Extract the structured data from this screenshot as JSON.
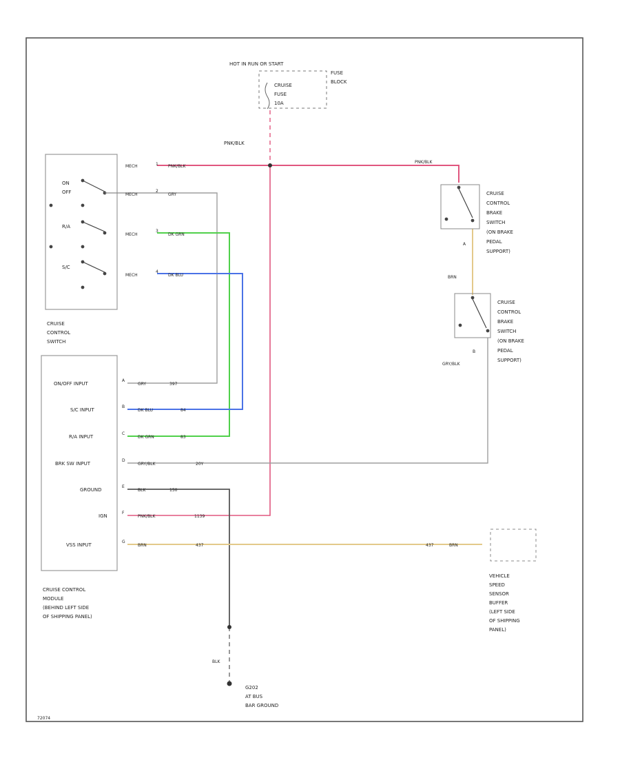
{
  "colors": {
    "pink": "#e0567e",
    "gray": "#9e9e9e",
    "green": "#4fd04a",
    "blue": "#4a72e6",
    "tan": "#e3c98a",
    "black": "#555555",
    "frame": "#555555"
  },
  "fuse": {
    "top_label": "HOT IN RUN OR START",
    "fuse_lines": [
      "CRUISE",
      "FUSE",
      "10A"
    ],
    "block_lines": [
      "FUSE",
      "BLOCK"
    ],
    "wire_label": "PNK/BLK"
  },
  "cruise_switch": {
    "positions": [
      "ON",
      "OFF",
      "R/A",
      "S/C"
    ],
    "caption": [
      "CRUISE",
      "CONTROL",
      "SWITCH"
    ],
    "pins": [
      "MECH",
      "MECH",
      "MECH",
      "MECH"
    ],
    "pin_nums": [
      "1",
      "2",
      "3",
      "4"
    ],
    "wire_labels": [
      "PNK/BLK",
      "GRY",
      "DK GRN",
      "DK BLU"
    ]
  },
  "brake_switch_a": {
    "lines": [
      "CRUISE",
      "CONTROL",
      "BRAKE",
      "SWITCH",
      "(ON BRAKE",
      "PEDAL",
      "SUPPORT)"
    ],
    "in_label": "PNK/BLK",
    "pin": "A",
    "out_label": "BRN"
  },
  "brake_switch_b": {
    "lines": [
      "CRUISE",
      "CONTROL",
      "BRAKE",
      "SWITCH",
      "(ON BRAKE",
      "PEDAL",
      "SUPPORT)"
    ],
    "pin": "B",
    "out_label": "GRY/BLK"
  },
  "module": {
    "inputs": [
      {
        "label": "ON/OFF INPUT",
        "pin": "A",
        "wire": "GRY",
        "circuit": "397"
      },
      {
        "label": "S/C INPUT",
        "pin": "B",
        "wire": "DK BLU",
        "circuit": "84"
      },
      {
        "label": "R/A INPUT",
        "pin": "C",
        "wire": "DK GRN",
        "circuit": "83"
      },
      {
        "label": "BRK SW INPUT",
        "pin": "D",
        "wire": "GRY/BLK",
        "circuit": "20Y"
      },
      {
        "label": "GROUND",
        "pin": "E",
        "wire": "BLK",
        "circuit": "150"
      },
      {
        "label": "IGN",
        "pin": "F",
        "wire": "PNK/BLK",
        "circuit": "1139"
      },
      {
        "label": "VSS INPUT",
        "pin": "G",
        "wire": "BRN",
        "circuit": "437"
      }
    ],
    "caption": [
      "CRUISE CONTROL",
      "MODULE",
      "(BEHIND LEFT SIDE",
      "OF SHIPPING PANEL)"
    ]
  },
  "vss_buffer": {
    "circuit": "437",
    "wire": "BRN",
    "lines": [
      "VEHICLE",
      "SPEED",
      "SENSOR",
      "BUFFER",
      "(LEFT SIDE",
      "OF SHIPPING",
      "PANEL)"
    ]
  },
  "ground": {
    "wire": "BLK",
    "lines": [
      "G202",
      "AT BUS",
      "BAR GROUND"
    ]
  },
  "footer": {
    "code": "72074"
  }
}
